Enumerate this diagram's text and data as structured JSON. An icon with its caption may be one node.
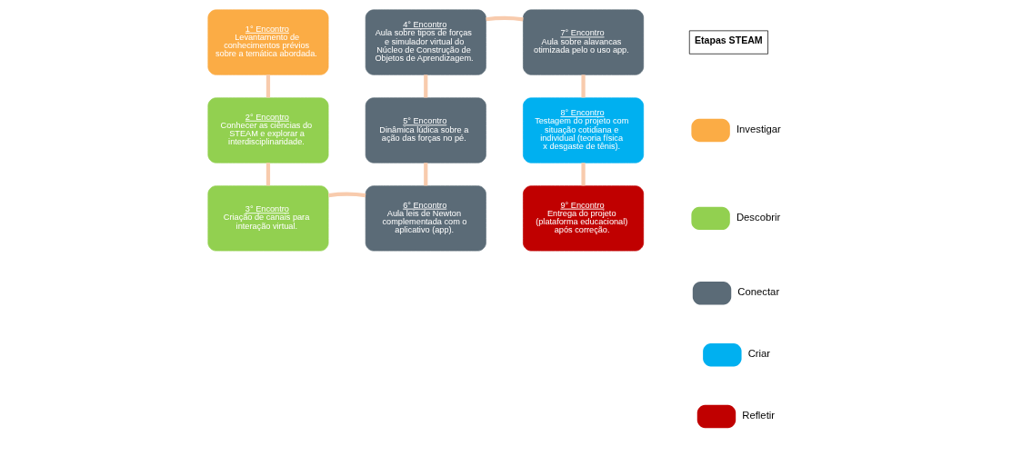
{
  "diagram": {
    "nodes": [
      {
        "text": [
          "1° Encontro",
          "Levantamento de conhecimentos prévios sobre a temática abordada."
        ]
      },
      {
        "text": [
          "2° Encontro",
          "Conhecer as ciências do STEAM e explorar a interdisciplinaridade."
        ]
      },
      {
        "text": [
          "3° Encontro",
          "Criação de canais para interação virtual."
        ]
      },
      {
        "text": [
          "4° Encontro",
          "Aula sobre tipos de forças e simulador virtual do Núcleo de Construção de Objetos de Aprendizagem."
        ]
      },
      {
        "text": [
          "5° Encontro",
          "Dinâmica lúdica sobre a ação das forças no pé."
        ]
      },
      {
        "text": [
          "6° Encontro",
          "Aula leis de Newton complementada com o aplicativo (app)."
        ]
      },
      {
        "text": [
          "7° Encontro",
          "Aula sobre alavancas otimizada pelo o uso app."
        ]
      },
      {
        "text": [
          "8° Encontro",
          "Testagem do projeto com situação cotidiana e individual (teoria física x desgaste de tênis)."
        ]
      },
      {
        "text": [
          "9° Encontro",
          "Entrega do projeto (plataforma educacional) após correção."
        ]
      }
    ],
    "edges": [
      {
        "from": 0,
        "to": 1,
        "arrow": "none"
      },
      {
        "from": 1,
        "to": 2,
        "arrow": "none"
      },
      {
        "from": 2,
        "to": 5,
        "arrow": "none"
      },
      {
        "from": 5,
        "to": 4,
        "arrow": "none"
      },
      {
        "from": 4,
        "to": 3,
        "arrow": "none"
      },
      {
        "from": 3,
        "to": 6,
        "arrow": "none"
      },
      {
        "from": 6,
        "to": 7,
        "arrow": "none"
      },
      {
        "from": 7,
        "to": 8,
        "arrow": "none"
      }
    ],
    "labels": [
      "Etapas STEAM"
    ],
    "legend": [
      {
        "text": "Investigar",
        "color": "#fbac45"
      },
      {
        "text": "Descobrir",
        "color": "#92d050"
      },
      {
        "text": "Conectar",
        "color": "#5b6b77"
      },
      {
        "text": "Criar",
        "color": "#00b0f0"
      },
      {
        "text": "Refletir",
        "color": "#c00000"
      }
    ]
  }
}
